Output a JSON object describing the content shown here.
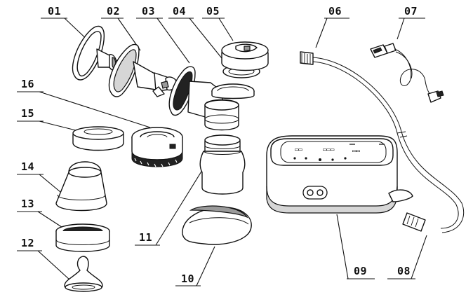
{
  "diagram": {
    "callouts": [
      {
        "id": "c01",
        "label": "01"
      },
      {
        "id": "c02",
        "label": "02"
      },
      {
        "id": "c03",
        "label": "03"
      },
      {
        "id": "c04",
        "label": "04"
      },
      {
        "id": "c05",
        "label": "05"
      },
      {
        "id": "c06",
        "label": "06"
      },
      {
        "id": "c07",
        "label": "07"
      },
      {
        "id": "c08",
        "label": "08"
      },
      {
        "id": "c09",
        "label": "09"
      },
      {
        "id": "c10",
        "label": "10"
      },
      {
        "id": "c11",
        "label": "11"
      },
      {
        "id": "c12",
        "label": "12"
      },
      {
        "id": "c13",
        "label": "13"
      },
      {
        "id": "c14",
        "label": "14"
      },
      {
        "id": "c15",
        "label": "15"
      },
      {
        "id": "c16",
        "label": "16"
      }
    ]
  }
}
